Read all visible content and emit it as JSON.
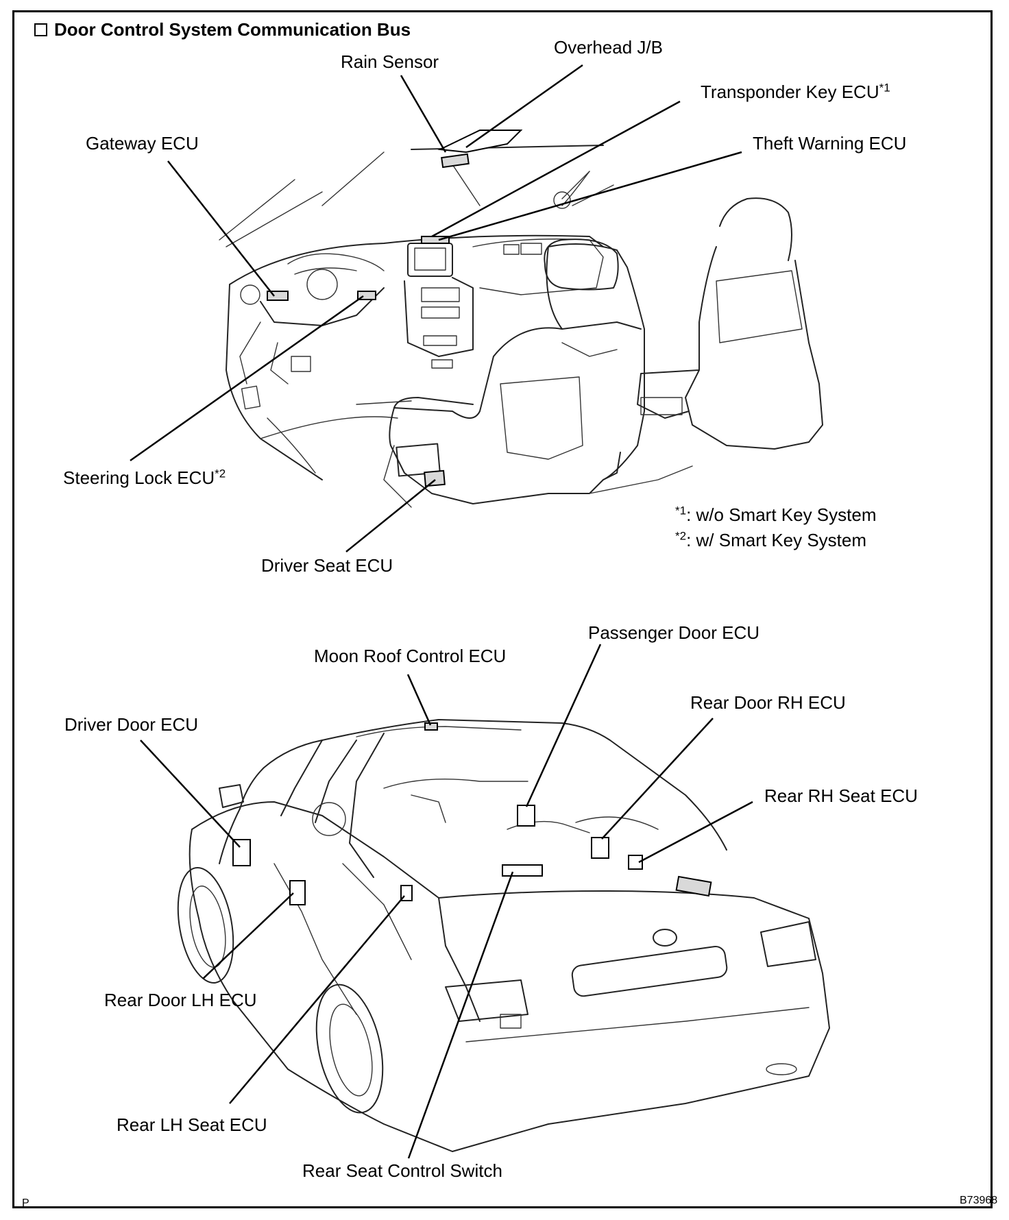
{
  "title": "Door Control System Communication Bus",
  "labels": {
    "overhead_jb": "Overhead J/B",
    "rain_sensor": "Rain Sensor",
    "transponder_key_ecu": "Transponder Key ECU",
    "transponder_sup": "*1",
    "gateway_ecu": "Gateway ECU",
    "theft_warning_ecu": "Theft Warning ECU",
    "steering_lock_ecu": "Steering Lock ECU",
    "steering_sup": "*2",
    "driver_seat_ecu": "Driver Seat ECU",
    "passenger_door_ecu": "Passenger Door ECU",
    "moon_roof_control_ecu": "Moon Roof Control ECU",
    "rear_door_rh_ecu": "Rear Door RH ECU",
    "driver_door_ecu": "Driver Door ECU",
    "rear_rh_seat_ecu": "Rear RH Seat ECU",
    "rear_door_lh_ecu": "Rear Door LH ECU",
    "rear_lh_seat_ecu": "Rear LH Seat ECU",
    "rear_seat_control_switch": "Rear Seat Control Switch"
  },
  "notes": {
    "note1_mark": "*1",
    "note1_text": ": w/o Smart Key System",
    "note2_mark": "*2",
    "note2_text": ": w/ Smart Key System"
  },
  "corner": {
    "left": "P",
    "right": "B73968"
  }
}
